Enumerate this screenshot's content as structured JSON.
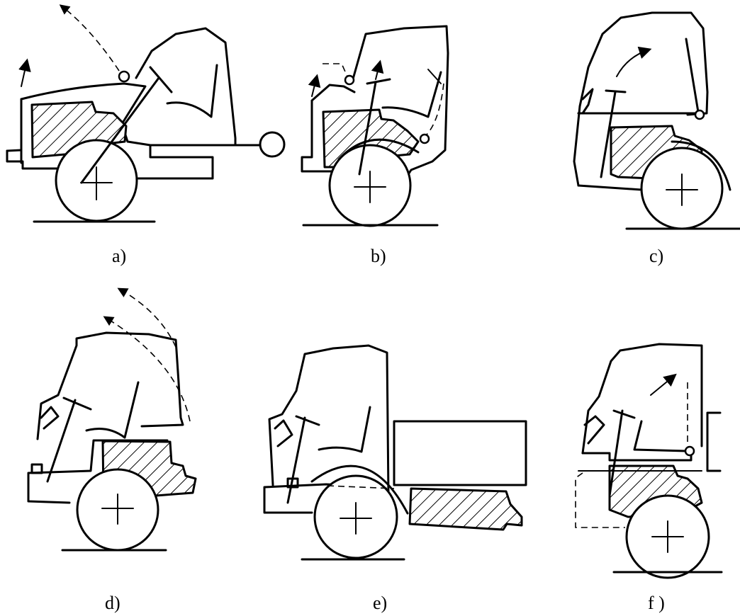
{
  "panels": [
    {
      "id": "a",
      "label": "a)"
    },
    {
      "id": "b",
      "label": "b)"
    },
    {
      "id": "c",
      "label": "c)"
    },
    {
      "id": "d",
      "label": "d)"
    },
    {
      "id": "e",
      "label": "e)"
    },
    {
      "id": "f",
      "label": "f )"
    }
  ]
}
